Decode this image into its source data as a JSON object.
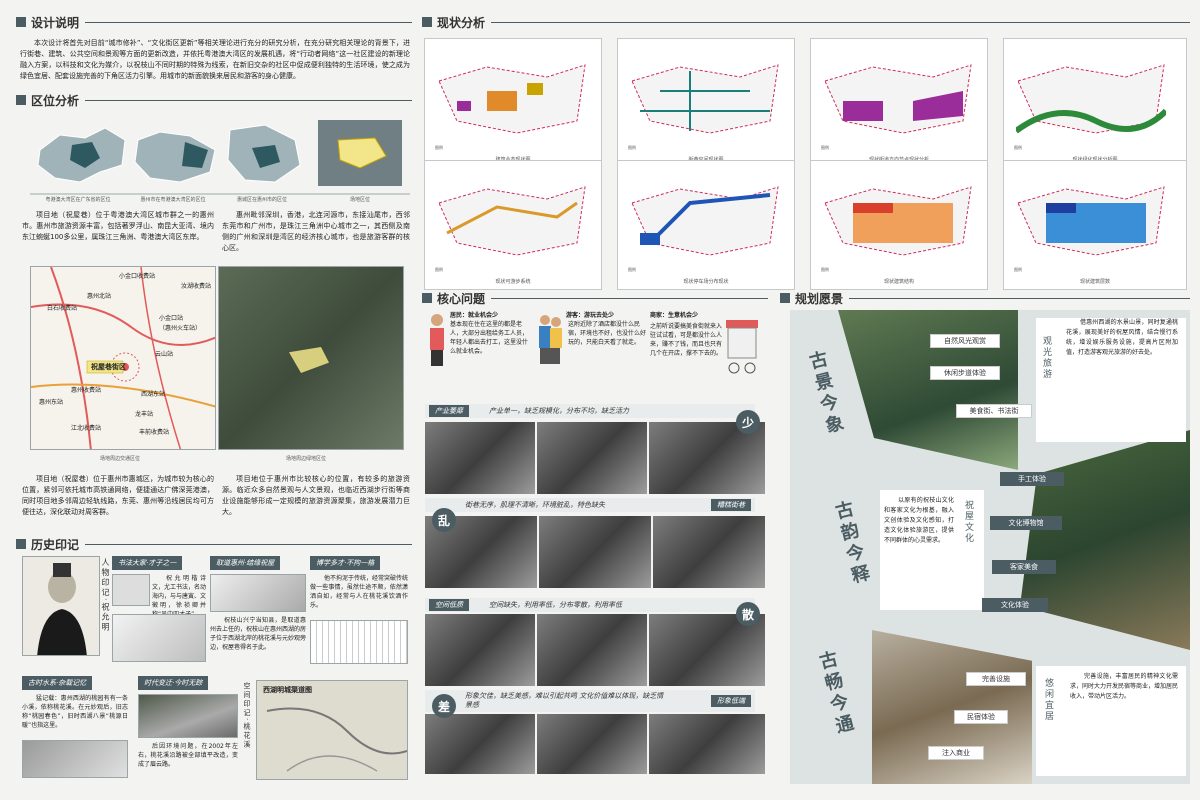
{
  "colors": {
    "accent": "#4b5d63",
    "region": "#c9a8c9",
    "orange": "#e08a2a",
    "blue": "#1f55b5",
    "purple": "#9b2d9b",
    "green": "#2d8a3a"
  },
  "design": {
    "title": "设计说明",
    "text": "本次设计将首先对目前“城市修补”、“文化街区更新”等相关理论进行充分的研究分析，在充分研究相关理论的背景下，进行街巷、建筑、公共空间和景观等方面的更新改造，并依托粤港澳大湾区的发展机遇，将“行动者网络”这一社区建设的新理论融入方案，以科技和文化为媒介，以祝枝山不同时期的特殊为线索，在新旧交杂的社区中促成便利独特的生活环境，使之成为绿色宜居、配套设施完善的下角区活力引擎。用城市的新面貌换来居民和游客的身心健康。"
  },
  "location": {
    "title": "区位分析",
    "captions": [
      "粤港澳大湾区在广东省的区位",
      "惠州市在粤港澳大湾区的区位",
      "惠城区在惠州市的区位",
      "场地区位"
    ],
    "text_left": "项目地（祝屋巷）位于粤港澳大湾区城市群之一的惠州市。惠州市旅游资源丰富，包括著罗浮山、南昆大亚湾、境内东江蜿蜒100多公里，属珠江三角洲、粤港澳大湾区东岸。",
    "text_right": "惠州毗邻深圳，香港，北连河源市，东接汕尾市，西邻东莞市和广州市，是珠江三角洲中心城市之一，其西侧及南侧的广州和深圳是湾区的经济核心城市，也是旅游客群的核心区。",
    "map_labels": [
      "小金口收费站",
      "汝湖收费站",
      "惠州北站",
      "白石收费站",
      "小金口站",
      "（惠州火车站）",
      "祝屋巷街区",
      "云山站",
      "惠州收费站",
      "惠州东站",
      "西湖东站",
      "龙丰站",
      "江北收费站",
      "丰前收费站"
    ],
    "map_captions": [
      "场地周边交通区位",
      "场地周边绿地区位"
    ],
    "text_bottom_left": "项目地（祝屋巷）位于惠州市惠城区，为城市较为核心的位置，紧邻可依托城市高铁通网络，便捷通达广佛深莞港澳，同时项目地多邻周边轻轨线路，东莞、惠州等沿线居民均可方便往达，深化联动对周客群。",
    "text_bottom_right": "项目地位于惠州市比较核心的位置，有较多的旅游资源。临近众多自然景观与人文景观，也临近西湖步行街等商业设施能够形成一定规模的旅游资源聚集，旅游发展潜力巨大。"
  },
  "history": {
    "title": "历史印记",
    "tabs": [
      "书法大家·才子之一",
      "取道惠州·结缘祝屋",
      "博学多才·不拘一格",
      "古时水系·杂载记忆",
      "时代变迁·今时无踪"
    ],
    "portrait_label": "人物印记·祝允明",
    "p1": "祝允明楷诗文，尤工书法，名动海内，与与唐寅、文徵明，徐祯卿并称“吴中四才子”。",
    "p2": "祝枝山兴宁当知县，是取道惠州去上任的，祝枝山在惠州西湖的房子位于西湖北岸的桃花溪与元妙观旁边，祝屋巷得名于此。",
    "p3": "他不拘泥于传统，经常突破传统做一些事情，虽然仕途不顺，依然潇洒自如，经常与人在桃花溪饮酒作乐。",
    "p4": "猛记载：惠州西湖的桃园有有一条小溪，依称桃花溪。在元妙观后，旧志称“桃园春色”，旧时西湖八景“桃源日暖”也指这里。",
    "p5": "后因环境问题，在2002年左右，桃花溪沿路被全部填平改造，变成了眉云路。",
    "map_title": "西湖明城渠道图",
    "vert_label": "空间印记·桃花溪"
  },
  "status": {
    "title": "现状分析",
    "captions": [
      "建筑业态现状图",
      "街巷空间现状图",
      "现状街道方向节点现状分析",
      "现状绿化现状分析图",
      "现状可游步系统",
      "现状停车场分布现状",
      "现状建筑结构",
      "现状建筑层数"
    ],
    "legend_word": "图例"
  },
  "core": {
    "title": "核心问题",
    "persona": [
      {
        "role": "居民：就业机会少",
        "text": "基本现在住在这里的都是老人，大部分出租给务工人员，年轻人都出去打工，这里没什么就业机会。"
      },
      {
        "role": "游客：游玩去处少",
        "text": "这附近除了酒店都没什么民宿，环境也不好，也没什么好玩的，只能白天看了就走。"
      },
      {
        "role": "商家：生意机会少",
        "text": "之前听说要搞美食街就来入驻试试看，可是都没什么人来，赚不了钱，而且也只有几个在开店，撑不下去的。"
      }
    ],
    "sections": [
      {
        "tag": "产业萎靡",
        "desc": "产业单一，缺乏规模化，分布不均，缺乏活力",
        "badge": "少"
      },
      {
        "tag": "糟糕街巷",
        "desc": "街巷无序，肌理不清晰，环境脏乱，特色缺失",
        "badge": "乱"
      },
      {
        "tag": "空间低质",
        "desc": "空间缺失，利用率低，分布零散，利用率低",
        "badge": "散"
      },
      {
        "tag": "形象低端",
        "desc": "形象欠佳，缺乏美感，难以引起共鸣 文化价值难以体现，缺乏情景感",
        "badge": "差"
      }
    ]
  },
  "vision": {
    "title": "规划愿景",
    "slogans": [
      "古景今象",
      "古韵今释",
      "古畅今通"
    ],
    "group1": {
      "labels": [
        "自然风光观赏",
        "休闲步道体验",
        "美食街、书法街"
      ],
      "vert": "观光旅游",
      "text": "借惠州西湖的水景山景，同时复通桃花溪，展现美好的祝屋风情，结合慢行系统，增设娱乐服务设施，提高片区附加值，打造游客观光旅游的好去处。"
    },
    "group2": {
      "labels": [
        "手工体验",
        "文化博物馆",
        "客家美食",
        "文化体验"
      ],
      "vert": "祝屋文化",
      "text": "以原有的祝枝山文化和客家文化为根基，融入文创体验及文化感知，打造文化体验旅游区，提供不同群体的心灵需求。"
    },
    "group3": {
      "labels": [
        "完善设施",
        "民宿体验",
        "注入商业"
      ],
      "vert": "悠闲宜居",
      "text": "完善设施，丰富居民的精神文化需求，同时大力开发民宿等商业，增加居民收入，带动片区活力。"
    }
  }
}
